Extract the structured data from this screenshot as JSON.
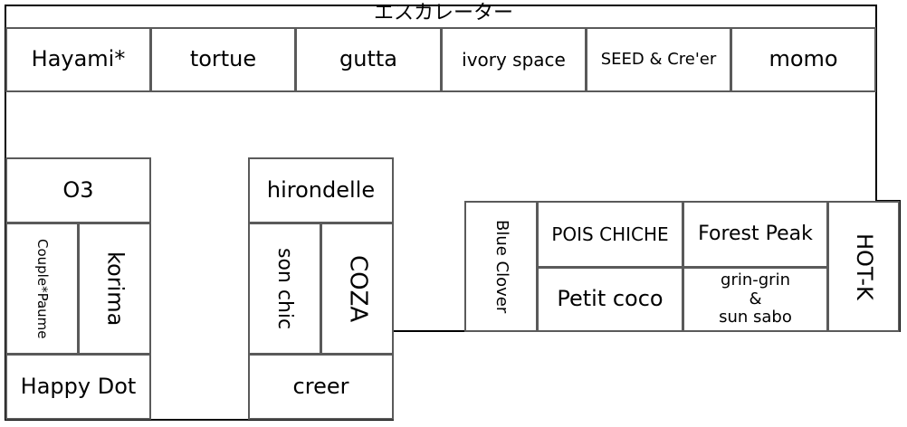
{
  "title": "エスカレーター",
  "shops": {
    "hayami": "Hayami*",
    "tortue": "tortue",
    "gutta": "gutta",
    "ivory_space": "ivory space",
    "seed_creer": "SEED & Cre'er",
    "momo": "momo",
    "o3": "O3",
    "couple_paume": "Couple*Paume",
    "korima": "korima",
    "happy_dot": "Happy Dot",
    "hirondelle": "hirondelle",
    "son_chic": "son chic",
    "coza": "COZA",
    "creer": "creer",
    "blue_clover": "Blue Clover",
    "pois_chiche": "POIS CHICHE",
    "forest_peak": "Forest Peak",
    "hot_k": "HOT-K",
    "petit_coco": "Petit coco",
    "grin_line1": "grin-grin",
    "grin_line2": "&",
    "grin_line3": "sun sabo"
  }
}
